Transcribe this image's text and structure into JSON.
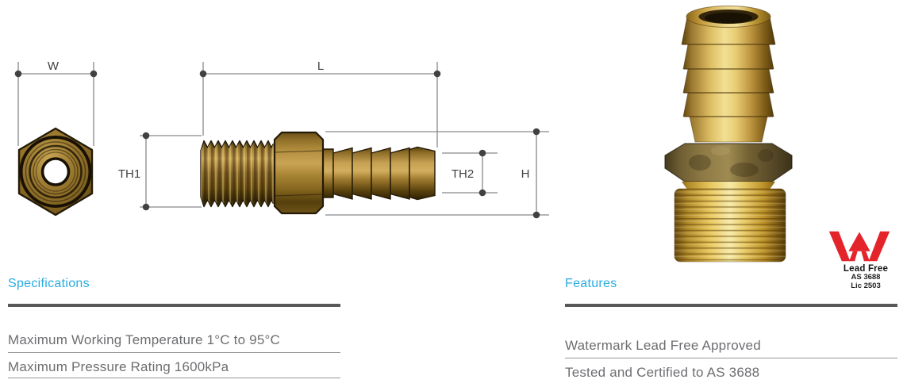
{
  "technical_drawing": {
    "labels": {
      "w": "W",
      "l": "L",
      "th1": "TH1",
      "th2": "TH2",
      "h": "H"
    }
  },
  "certification": {
    "title": "Lead Free",
    "standard": "AS 3688",
    "licence": "Lic 2503"
  },
  "specifications": {
    "title": "Specifications",
    "items": [
      "Maximum Working Temperature 1°C to 95°C",
      "Maximum Pressure Rating 1600kPa"
    ]
  },
  "features": {
    "title": "Features",
    "items": [
      "Watermark Lead Free Approved",
      "Tested and Certified to AS 3688"
    ]
  },
  "colors": {
    "accent_cyan": "#29ABE2",
    "heading_rule": "#58595B",
    "body_text": "#6D6E71",
    "row_line": "#97999B",
    "dimension_line": "#87898C",
    "dimension_dot": "#414042",
    "logo_red": "#E4242B",
    "brass_mid": "#9A7830"
  }
}
